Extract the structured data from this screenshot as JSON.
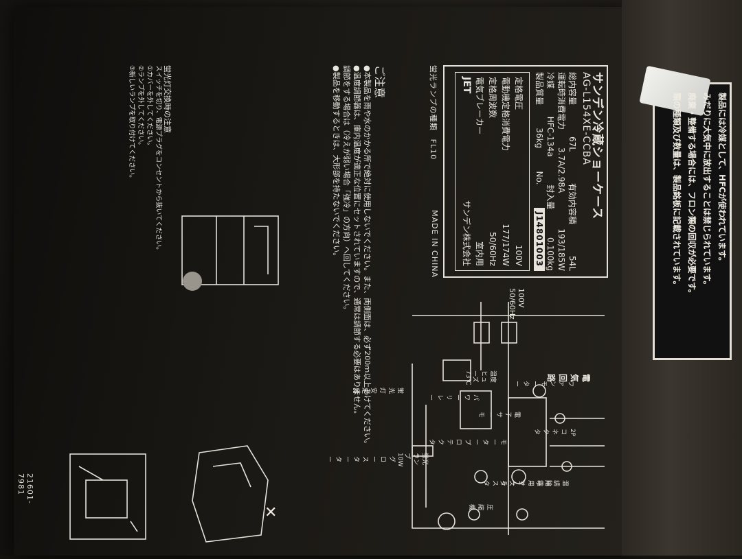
{
  "spec_label": {
    "title": "サンデン冷蔵ショーケース",
    "model": "AG-L154XE-CCBA",
    "rows": [
      {
        "k": "総内容量",
        "v": "67L",
        "k2": "有効内容積",
        "v2": "54L"
      },
      {
        "k": "運転時消費電力",
        "v": "3.7A/2.98A",
        "k2": "",
        "v2": "193/185W"
      },
      {
        "k": "冷媒",
        "v": "HFC-134a",
        "k2": "封入量",
        "v2": "0.100kg"
      },
      {
        "k": "製品質量",
        "v": "36kg",
        "k2": "No.",
        "v2": ""
      }
    ],
    "serial": "J14801003",
    "electrical": [
      {
        "k": "定格電圧",
        "v": "100V"
      },
      {
        "k": "電動機定格消費電力",
        "v": "177/174W"
      },
      {
        "k": "定格周波数",
        "v": "50/60Hz"
      },
      {
        "k": "電気ブレーカー",
        "v": "室内用"
      }
    ],
    "jet_mark": "JET",
    "maker": "サンデン株式会社",
    "lamp": "蛍光ランプの種類　FL10",
    "origin": "MADE IN CHINA"
  },
  "caution": {
    "heading": "ご注意",
    "lines": [
      "●本製品を雨や水のかかる所で絶対に使用しないでください。また、両側面は、必ず200ｍ以上あけてください。",
      "●温度調節器は、庫内温度が適正な位置にセットされていますので、通常は調節する必要はありません。",
      "調節をする場合は（冷えが弱い場合「強冷」の方向）へ回してください。",
      "●製品を移動するときは、大形部を持たないでください。"
    ]
  },
  "notes": {
    "heading": "蛍光灯交換時の注意",
    "lines": [
      "スイッチを切り、電源プラグをコンセントから抜いてください。",
      "①カバーを外してください。",
      "②ランプを外してください。",
      "③新しいランプを取り付けてください。"
    ]
  },
  "circuit": {
    "title": "電気回路",
    "power": "100V 50/60Hz",
    "fuse": "温度ヒューズ 73℃",
    "fan": "ファンモーター",
    "connector": "2Pコネクタ",
    "thermo": "電子サーモ",
    "relay": "パワーリレー",
    "lamp": "蛍光ランプ 10W",
    "glow": "グロースターター",
    "protector": "モータープロテクタ",
    "compressor": "圧縮機",
    "switch": "蛍光灯安定器",
    "thermistor1": "温調用サーミスタ",
    "thermistor2": "除霜用サーミスタ"
  },
  "right_note": {
    "lines": [
      "製品には冷媒として、HFCが使われています。",
      "みだりに大気中に放出することは禁じられています。",
      "廃棄・整備する場合には、フロン類の回収が必要です。",
      "類の種類及び数量は、製品銘板に記載されています。"
    ]
  },
  "bottom_code": "21601-7981",
  "colors": {
    "print": "#e9e6df",
    "panel": "#1b1915"
  }
}
